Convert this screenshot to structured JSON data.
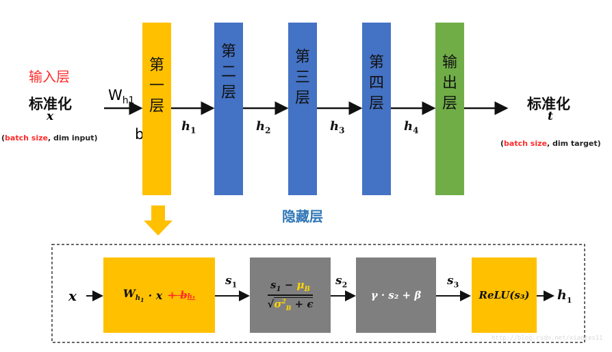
{
  "input": {
    "title": "输入层",
    "norm": "标准化",
    "var": "x",
    "shape_red": "batch size",
    "shape_rest": ", dim input",
    "weight_base": "W",
    "weight_sub": "h1",
    "bias_base": "b",
    "bias_sub": "h1"
  },
  "layers": [
    {
      "label": [
        "第",
        "一",
        "层"
      ],
      "color": "#ffc000"
    },
    {
      "label": [
        "第",
        "二",
        "层"
      ],
      "color": "#4472c4"
    },
    {
      "label": [
        "第",
        "三",
        "层"
      ],
      "color": "#4472c4"
    },
    {
      "label": [
        "第",
        "四",
        "层"
      ],
      "color": "#4472c4"
    },
    {
      "label": [
        "输",
        "出",
        "层"
      ],
      "color": "#70ad47"
    }
  ],
  "hidden_outputs": [
    {
      "base": "h",
      "sub": "1"
    },
    {
      "base": "h",
      "sub": "2"
    },
    {
      "base": "h",
      "sub": "3"
    },
    {
      "base": "h",
      "sub": "4"
    }
  ],
  "hidden_label": "隐藏层",
  "output": {
    "norm": "标准化",
    "var": "t",
    "shape_red": "batch size",
    "shape_rest": ", dim target"
  },
  "detail": {
    "input_var": "x",
    "linear": {
      "w_base": "W",
      "w_sub": "h",
      "w_subsub": "1",
      "dot_x": "· x",
      "bias_strike": "+ b",
      "bias_sub": "h₁"
    },
    "s_labels": [
      {
        "base": "s",
        "sub": "1"
      },
      {
        "base": "s",
        "sub": "2"
      },
      {
        "base": "s",
        "sub": "3"
      }
    ],
    "bn": {
      "num_s": "s",
      "num_sub": "1",
      "num_minus": " − ",
      "mu": "μ",
      "mu_sub": "B",
      "sigma": "σ",
      "sigma_sup": "2",
      "sigma_sub": "B",
      "eps": " + ϵ"
    },
    "scale": "γ · s₂ + β",
    "relu": "ReLU(s₃)",
    "out_base": "h",
    "out_sub": "1"
  },
  "colors": {
    "yellow": "#ffc000",
    "blue": "#4472c4",
    "green": "#70ad47",
    "gray": "#7f7f7f",
    "red": "#ff2a2a",
    "hidden": "#2e75b6"
  },
  "watermark": "http://blog.csdn.net/xiaotes11"
}
